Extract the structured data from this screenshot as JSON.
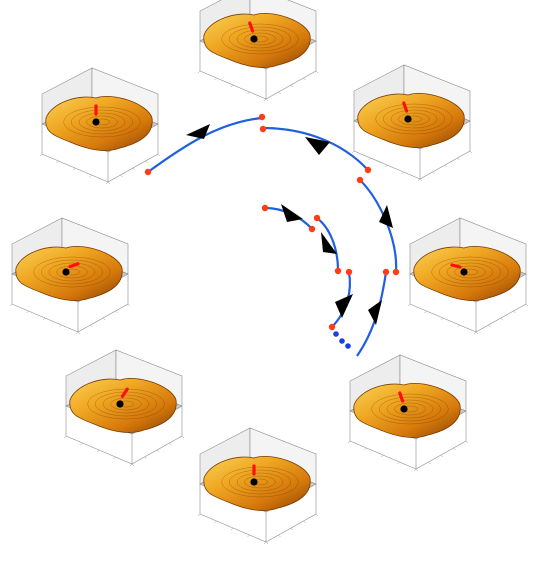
{
  "colors": {
    "path_line": "#1f5fe0",
    "waypoint": "#ff3d14",
    "arrow": "#000000",
    "gap_dots": "#1a3fe6",
    "box_floor": "#c9c9c9",
    "box_edge": "#8a8a8a",
    "surface_light": "#f6c23a",
    "surface_mid": "#e68a12",
    "surface_dark": "#b85a05",
    "surface_shadow": "#7a3a02",
    "contour": "#5a2a00",
    "marker_ball": "#000000",
    "marker_bar": "#ff1010"
  },
  "panels": [
    {
      "id": "top",
      "bar": "up-left"
    },
    {
      "id": "upper-right",
      "bar": "up-left"
    },
    {
      "id": "right",
      "bar": "left"
    },
    {
      "id": "lower-right",
      "bar": "up-left"
    },
    {
      "id": "bottom",
      "bar": "up"
    },
    {
      "id": "lower-left",
      "bar": "up-right"
    },
    {
      "id": "left",
      "bar": "right"
    },
    {
      "id": "upper-left",
      "bar": "up"
    }
  ],
  "icons": {
    "arrowhead": "arrowhead-icon",
    "waypoint": "waypoint-dot-icon",
    "marker": "ball-marker-icon"
  }
}
